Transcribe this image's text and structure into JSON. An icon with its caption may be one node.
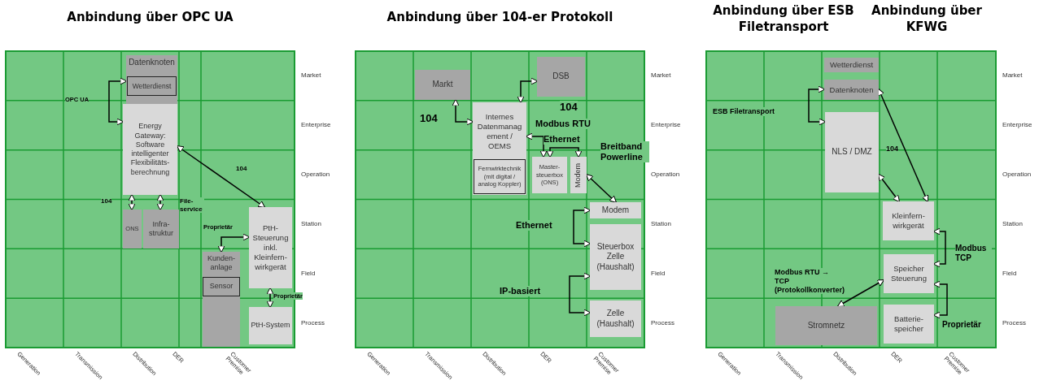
{
  "diagram": {
    "nodes": [
      {
        "text": [
          "Anbindung über OPC UA"
        ]
      },
      {
        "text": [
          "Datenknoten"
        ],
        "in": 0
      },
      {
        "text": [
          "Wetterdienst"
        ],
        "in": 1
      },
      {
        "text": [
          "Energy Gateway: Software intelligenter Flexibilitäts- berechnung"
        ],
        "in": 0
      },
      {
        "text": [
          "ONS"
        ],
        "in": 0
      },
      {
        "text": [
          "Infra- struktur"
        ],
        "in": 0
      },
      {
        "text": [
          "PtH- Steuerung inkl. Kleinfern- wirkgerät"
        ],
        "in": 0
      },
      {
        "text": [
          "Kunden- anlage"
        ],
        "in": 0
      },
      {
        "text": [
          "Sensor"
        ],
        "in": 7
      },
      {
        "text": [
          "PtH-System"
        ],
        "in": 0
      },
      {
        "text": [
          "Anbindung über 104-er Protokoll"
        ]
      },
      {
        "text": [
          "Markt"
        ],
        "in": 10
      },
      {
        "text": [
          "DSB"
        ],
        "in": 10
      },
      {
        "text": [
          "Internes Datenmanag ement / OEMS"
        ],
        "in": 10
      },
      {
        "text": [
          "Fernwirktechnik (mit digital / analog Koppler)"
        ],
        "in": 13
      },
      {
        "text": [
          "Master- steuerbox (ONS)"
        ],
        "in": 10
      },
      {
        "text": [
          "Modem"
        ],
        "in": 10
      },
      {
        "text": [
          "Modem"
        ],
        "in": 10
      },
      {
        "text": [
          "Steuerbox Zelle (Haushalt)"
        ],
        "in": 10
      },
      {
        "text": [
          "Zelle (Haushalt)"
        ],
        "in": 10
      },
      {
        "text": [
          "Anbindung über ESB Filetransport",
          "Anbindung über KFWG"
        ]
      },
      {
        "text": [
          "Wetterdienst"
        ],
        "in": 20
      },
      {
        "text": [
          "Datenknoten"
        ],
        "in": 20
      },
      {
        "text": [
          "NLS / DMZ"
        ],
        "in": 20
      },
      {
        "text": [
          "Kleinfern- wirkgerät"
        ],
        "in": 20
      },
      {
        "text": [
          "Speicher Steuerung"
        ],
        "in": 20
      },
      {
        "text": [
          "Batterie- speicher"
        ],
        "in": 20
      },
      {
        "text": [
          "Stromnetz"
        ],
        "in": 20
      }
    ],
    "edges": [
      {
        "from": 1,
        "to": 3,
        "arrow": "both",
        "label": "OPC UA"
      },
      {
        "from": 3,
        "to": 4,
        "arrow": "both",
        "label": "104"
      },
      {
        "from": 3,
        "to": 5,
        "arrow": "both",
        "label": "File- service"
      },
      {
        "from": 3,
        "to": 6,
        "arrow": "both",
        "label": "104"
      },
      {
        "from": 7,
        "to": 6,
        "arrow": "both",
        "label": "Proprietär"
      },
      {
        "from": 6,
        "to": 9,
        "arrow": "both",
        "label": "Proprietär"
      },
      {
        "from": 11,
        "to": 13,
        "arrow": "both",
        "label": "104"
      },
      {
        "from": 12,
        "to": 13,
        "arrow": "both",
        "label": "104"
      },
      {
        "from": 13,
        "to": 15,
        "arrow": "both",
        "label": "Modbus RTU"
      },
      {
        "from": 15,
        "to": 16,
        "arrow": "both",
        "label": "Ethernet"
      },
      {
        "from": 16,
        "to": 17,
        "arrow": "both",
        "label": "Breitband Powerline"
      },
      {
        "from": 17,
        "to": 18,
        "arrow": "both",
        "label": "Ethernet"
      },
      {
        "from": 18,
        "to": 19,
        "arrow": "both",
        "label": "IP-basiert"
      },
      {
        "from": 22,
        "to": 23,
        "arrow": "both",
        "label": "ESB Filetransport"
      },
      {
        "from": 22,
        "to": 24,
        "arrow": "both",
        "label": "104"
      },
      {
        "from": 23,
        "to": 24,
        "arrow": "both"
      },
      {
        "from": 27,
        "to": 25,
        "arrow": "both",
        "label": "Modbus RTU → TCP (Protokollkonverter)"
      },
      {
        "from": 24,
        "to": 25,
        "arrow": "both",
        "label": "Modbus TCP"
      },
      {
        "from": 25,
        "to": 26,
        "arrow": "both",
        "label": "Proprietär"
      }
    ],
    "labels": [
      "Market",
      "Enterprise",
      "Operation",
      "Station",
      "Field",
      "Process",
      "Generation",
      "Transmission",
      "Distribution",
      "DER",
      "Customer Premise",
      "Market",
      "Enterprise",
      "Operation",
      "Station",
      "Field",
      "Process",
      "Generation",
      "Transmission",
      "Distribution",
      "DER",
      "Customer Premise",
      "Market",
      "Enterprise",
      "Operation",
      "Station",
      "Field",
      "Process",
      "Generation",
      "Transmission",
      "Distribution",
      "DER",
      "Customer Premise"
    ]
  }
}
